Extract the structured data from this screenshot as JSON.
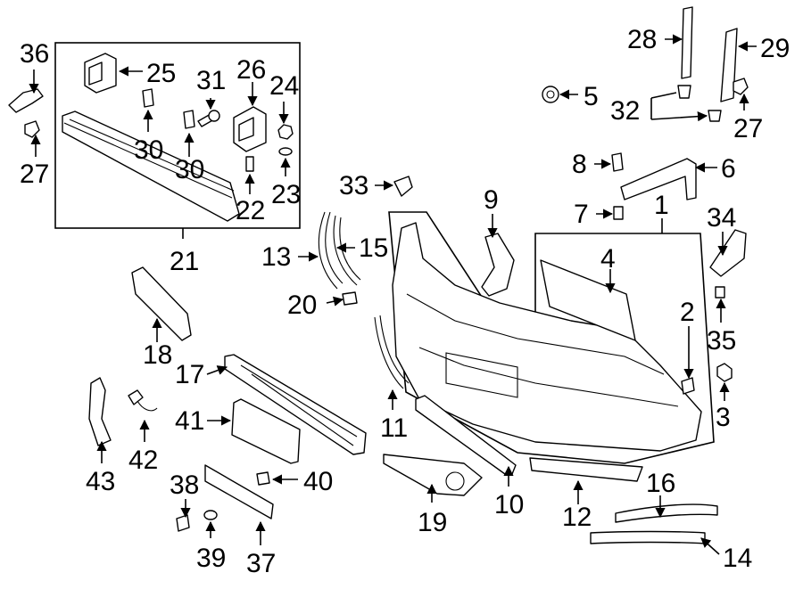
{
  "callouts": {
    "c1": "1",
    "c2": "2",
    "c3": "3",
    "c4": "4",
    "c5": "5",
    "c6": "6",
    "c7": "7",
    "c8": "8",
    "c9": "9",
    "c10": "10",
    "c11": "11",
    "c12": "12",
    "c13": "13",
    "c14": "14",
    "c15": "15",
    "c16": "16",
    "c17": "17",
    "c18": "18",
    "c19": "19",
    "c20": "20",
    "c21": "21",
    "c22": "22",
    "c23": "23",
    "c24": "24",
    "c25": "25",
    "c26": "26",
    "c27a": "27",
    "c27b": "27",
    "c28": "28",
    "c29": "29",
    "c30a": "30",
    "c30b": "30",
    "c31": "31",
    "c32": "32",
    "c33": "33",
    "c34": "34",
    "c35": "35",
    "c36": "36",
    "c37": "37",
    "c38": "38",
    "c39": "39",
    "c40": "40",
    "c41": "41",
    "c42": "42",
    "c43": "43"
  },
  "colors": {
    "line": "#000000",
    "background": "#ffffff"
  }
}
